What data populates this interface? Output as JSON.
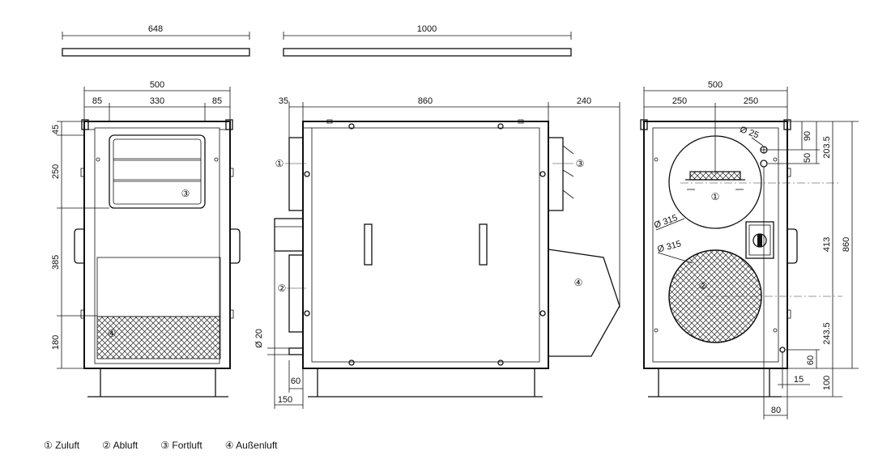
{
  "dims": {
    "top_left_width": "648",
    "top_right_width": "1000",
    "front_width": "500",
    "front_85_left": "85",
    "front_330": "330",
    "front_85_right": "85",
    "front_45": "45",
    "front_250": "250",
    "front_385": "385",
    "front_180": "180",
    "side_35": "35",
    "side_860": "860",
    "side_240": "240",
    "side_d20": "Ø 20",
    "side_60": "60",
    "side_150": "150",
    "rear_width": "500",
    "rear_250_left": "250",
    "rear_250_right": "250",
    "rear_d25": "Ø 25",
    "rear_90": "90",
    "rear_50": "50",
    "rear_203_5": "203.5",
    "rear_d315_upper": "Ø 315",
    "rear_d315_lower": "Ø 315",
    "rear_413": "413",
    "rear_860": "860",
    "rear_243_5": "243.5",
    "rear_60": "60",
    "rear_15": "15",
    "rear_100": "100",
    "rear_80": "80"
  },
  "callouts": {
    "c1": "①",
    "c2": "②",
    "c3": "③",
    "c4": "④"
  },
  "legend": [
    {
      "num": "①",
      "label": "Zuluft"
    },
    {
      "num": "②",
      "label": "Abluft"
    },
    {
      "num": "③",
      "label": "Fortluft"
    },
    {
      "num": "④",
      "label": "Außenluft"
    }
  ]
}
